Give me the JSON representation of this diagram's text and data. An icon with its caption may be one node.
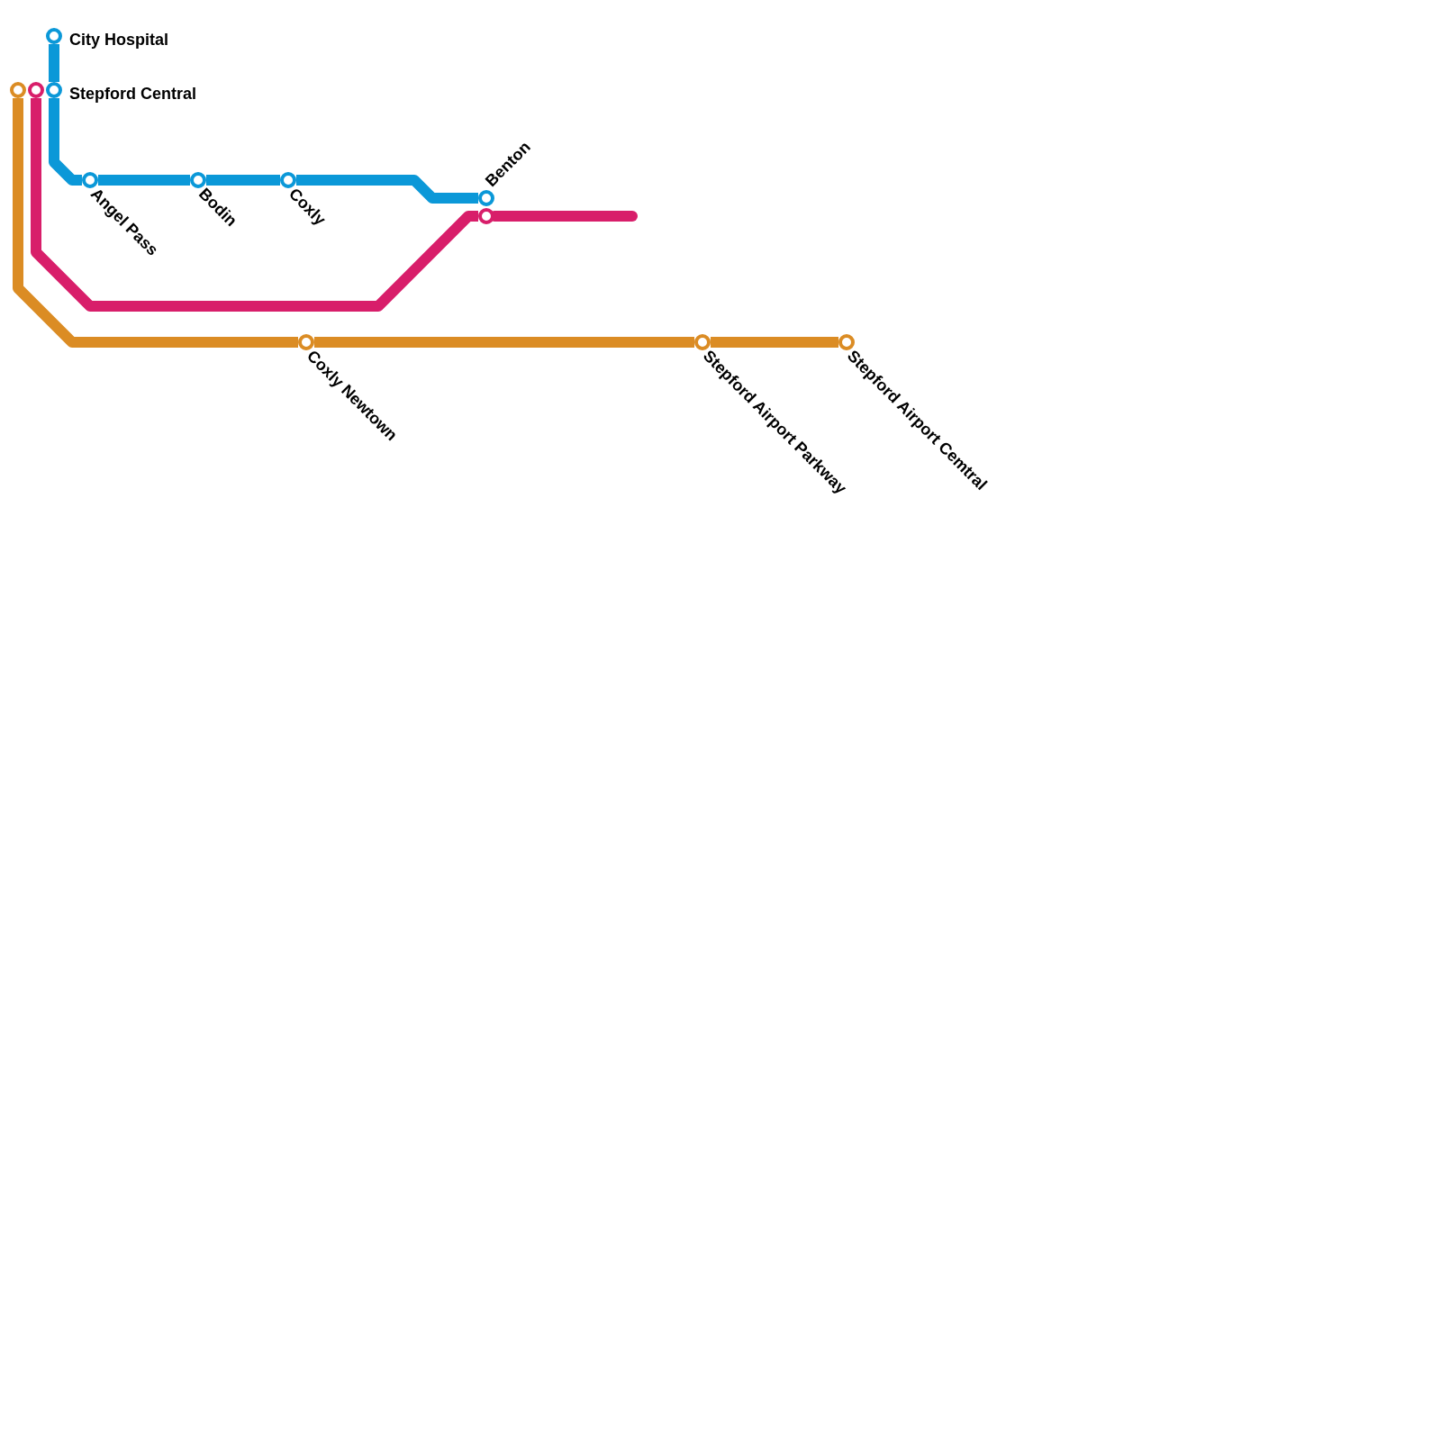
{
  "diagram": {
    "nodes": [
      {
        "text": [
          "City Hospital"
        ]
      },
      {
        "text": [
          "Stepford Central"
        ]
      },
      {
        "text": [],
        "shape": "circle"
      },
      {
        "text": [],
        "shape": "circle"
      },
      {
        "text": [
          "Angel Pass"
        ]
      },
      {
        "text": [
          "Bodin"
        ]
      },
      {
        "text": [
          "Coxly"
        ]
      },
      {
        "text": [
          "Benton"
        ]
      },
      {
        "text": [],
        "shape": "circle"
      },
      {
        "text": [
          "Coxly Newtown"
        ]
      },
      {
        "text": [
          "Stepford Airport Parkway"
        ]
      },
      {
        "text": [
          "Stepford Airport Cemtral"
        ]
      }
    ],
    "edges": [
      {
        "from": 0,
        "to": 1,
        "arrow": "none",
        "color": "#0b98d8"
      },
      {
        "from": 1,
        "to": 4,
        "arrow": "none",
        "color": "#0b98d8"
      },
      {
        "from": 4,
        "to": 5,
        "arrow": "none",
        "color": "#0b98d8"
      },
      {
        "from": 5,
        "to": 6,
        "arrow": "none",
        "color": "#0b98d8"
      },
      {
        "from": 6,
        "to": 7,
        "arrow": "none",
        "color": "#0b98d8"
      },
      {
        "from": 3,
        "to": 8,
        "arrow": "none",
        "color": "#d81e6a"
      },
      {
        "from": 8,
        "to": null,
        "arrow": "none",
        "color": "#d81e6a"
      },
      {
        "from": 2,
        "to": 9,
        "arrow": "none",
        "color": "#db8c24"
      },
      {
        "from": 9,
        "to": 10,
        "arrow": "none",
        "color": "#db8c24"
      },
      {
        "from": 10,
        "to": 11,
        "arrow": "none",
        "color": "#db8c24"
      }
    ]
  }
}
